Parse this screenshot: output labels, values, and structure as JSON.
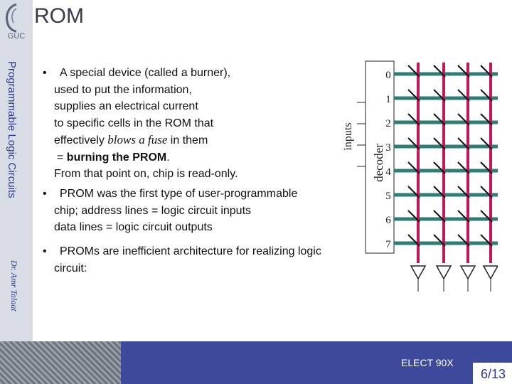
{
  "slide": {
    "title": "ROM",
    "sidebar_title": "Programmable Logic Circuits",
    "author": "Dr. Amr Talaat",
    "logo_text": "GUC"
  },
  "bullets": [
    {
      "lines": [
        "A special device (called a burner),",
        "used to put the information,",
        "supplies an electrical current",
        "to specific cells in the ROM that"
      ],
      "line5_before": "effectively ",
      "line5_italic": "blows a fuse",
      "line5_after": " in them",
      "line6_prefix": "= ",
      "line6_bold": "burning the PROM",
      "line6_suffix": ".",
      "line7": "From that point on, chip is read-only."
    },
    {
      "lines": [
        "PROM was the first type of user-programmable",
        "chip; address lines = logic circuit inputs",
        "data lines = logic circuit outputs"
      ]
    },
    {
      "lines": [
        "PROMs are inefficient architecture for realizing logic",
        "circuit:"
      ]
    }
  ],
  "diagram": {
    "inputs_label": "inputs",
    "decoder_label": "decoder",
    "rows": [
      "0",
      "1",
      "2",
      "3",
      "4",
      "5",
      "6",
      "7"
    ]
  },
  "footer": {
    "course": "ELECT 90X",
    "page": "6/13"
  },
  "colors": {
    "sidebar": "#d8dce4",
    "footer": "#3d4a9b",
    "text_blue": "#2b3a8f",
    "teal_line": "#2e7d74",
    "magenta_line": "#c2185b"
  }
}
